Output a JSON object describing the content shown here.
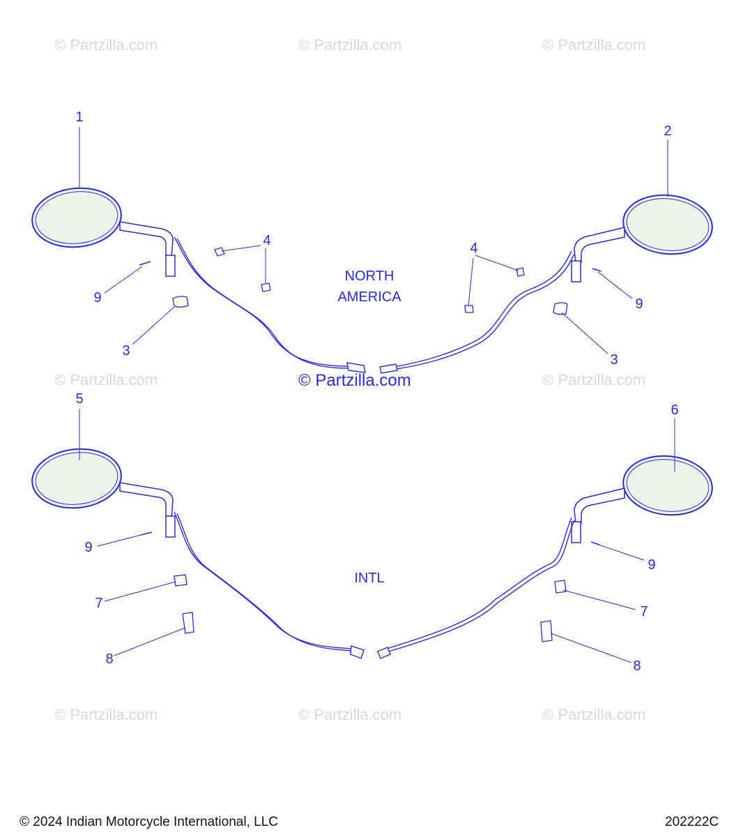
{
  "watermark": "© Partzilla.com",
  "regions": {
    "north_america": [
      "NORTH",
      "AMERICA"
    ],
    "intl": "INTL"
  },
  "callouts": {
    "c1": "1",
    "c2": "2",
    "c3a": "3",
    "c3b": "3",
    "c4a": "4",
    "c4b": "4",
    "c5": "5",
    "c6": "6",
    "c7a": "7",
    "c7b": "7",
    "c8a": "8",
    "c8b": "8",
    "c9a": "9",
    "c9b": "9",
    "c9c": "9",
    "c9d": "9"
  },
  "footer": {
    "copyright": "© 2024 Indian Motorcycle International, LLC",
    "drawing_number": "202222C"
  },
  "colors": {
    "line_art": "#2b2bd6",
    "mirror_glass": "#eef3ea",
    "watermark": "#d9d9d9"
  }
}
